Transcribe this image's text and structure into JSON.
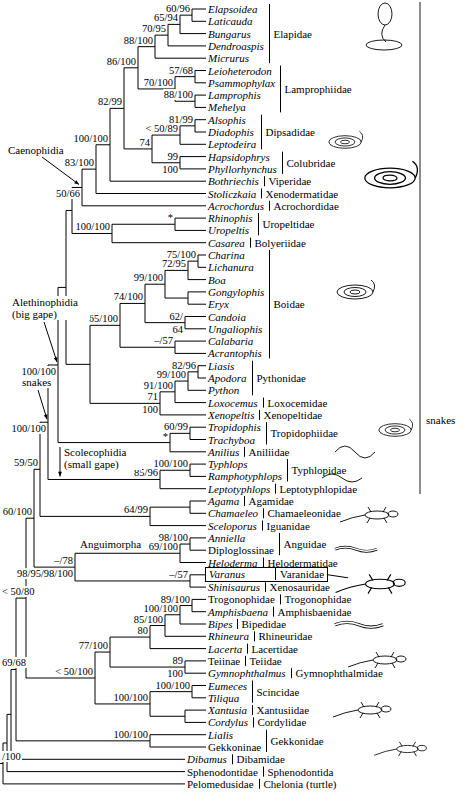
{
  "diagram": {
    "nodes": [
      {
        "text": [
          "Varanus",
          "Varanidae"
        ]
      }
    ],
    "labels": [
      "Elapsoidea",
      "Laticauda",
      "Bungarus",
      "Dendroaspis",
      "Micrurus",
      "Leioheterodon",
      "Psammophylax",
      "Lamprophis",
      "Mehelya",
      "Alsophis",
      "Diadophis",
      "Leptodeira",
      "Hapsidophrys",
      "Phyllorhynchus",
      "Bothriechis",
      "Stoliczkaia",
      "Acrochordus",
      "Rhinophis",
      "Uropeltis",
      "Casarea",
      "Charina",
      "Lichanura",
      "Boa",
      "Gongylophis",
      "Eryx",
      "Candoia",
      "Ungaliophis",
      "Calabaria",
      "Acrantophis",
      "Liasis",
      "Apodora",
      "Python",
      "Loxocemus",
      "Xenopeltis",
      "Tropidophis",
      "Trachyboa",
      "Anilius",
      "Typhlops",
      "Ramphotyphlops",
      "Leptotyphlops",
      "Agama",
      "Chamaeleo",
      "Sceloporus",
      "Anniella",
      "Diploglossinae",
      "Heloderma",
      "Shinisaurus",
      "Trogonophidae",
      "Amphisbaena",
      "Bipes",
      "Rhineura",
      "Lacerta",
      "Teiinae",
      "Gymnophthalmus",
      "Eumeces",
      "Tiliqua",
      "Xantusia",
      "Cordylus",
      "Lialis",
      "Gekkoninae",
      "Dibamus",
      "Sphenodontidae",
      "Pelomedusidae",
      "Elapidae",
      "Lamprophiidae",
      "Dipsadidae",
      "Colubridae",
      "Viperidae",
      "Xenodermatidae",
      "Acrochordidae",
      "Uropeltidae",
      "Bolyeriidae",
      "Boidae",
      "Pythonidae",
      "Loxocemidae",
      "Xenopeltidae",
      "Tropidophiidae",
      "Aniliidae",
      "Typhlopidae",
      "Leptotyphlopidae",
      "Agamidae",
      "Chamaeleonidae",
      "Iguanidae",
      "Anguidae",
      "Helodermatidae",
      "Xenosauridae",
      "Trogonophidae",
      "Amphisbaenidae",
      "Bipedidae",
      "Rhineuridae",
      "Lacertidae",
      "Teiidae",
      "Gymnophthalmidae",
      "Scincidae",
      "Xantusiidae",
      "Cordylidae",
      "Gekkonidae",
      "Dibamidae",
      "Sphenodontida",
      "Chelonia (turtle)",
      "60/96",
      "65/94",
      "70/95",
      "88/100",
      "57/68",
      "70/100",
      "88/100",
      "86/100",
      "81/99",
      "< 50/89",
      "74",
      "99",
      "100",
      "82/99",
      "100/100",
      "83/100",
      "50/66",
      "100/100",
      "*",
      "75/100",
      "72/95",
      "99/100",
      "62/",
      "64",
      "74/100",
      "65/100",
      "–/57",
      "82/96",
      "99/100",
      "91/100",
      "71",
      "100",
      "60/99",
      "*",
      "100/100",
      "85/96",
      "100/100",
      "100/100",
      "59/50",
      "64/99",
      "60/100",
      "–/78",
      "98/100",
      "69/100",
      "–/57",
      "98/95/98/100",
      "89/100",
      "100/100",
      "85/100",
      "80",
      "89",
      "100",
      "77/100",
      "100/100",
      "100/100",
      "< 50/100",
      "< 50/80",
      "100/100",
      "69/68",
      "/100",
      "Caenophidia",
      "Alethinophidia (big gape)",
      "snakes",
      "Scolecophidia (small gape)",
      "Anguimorpha",
      "snakes"
    ]
  }
}
